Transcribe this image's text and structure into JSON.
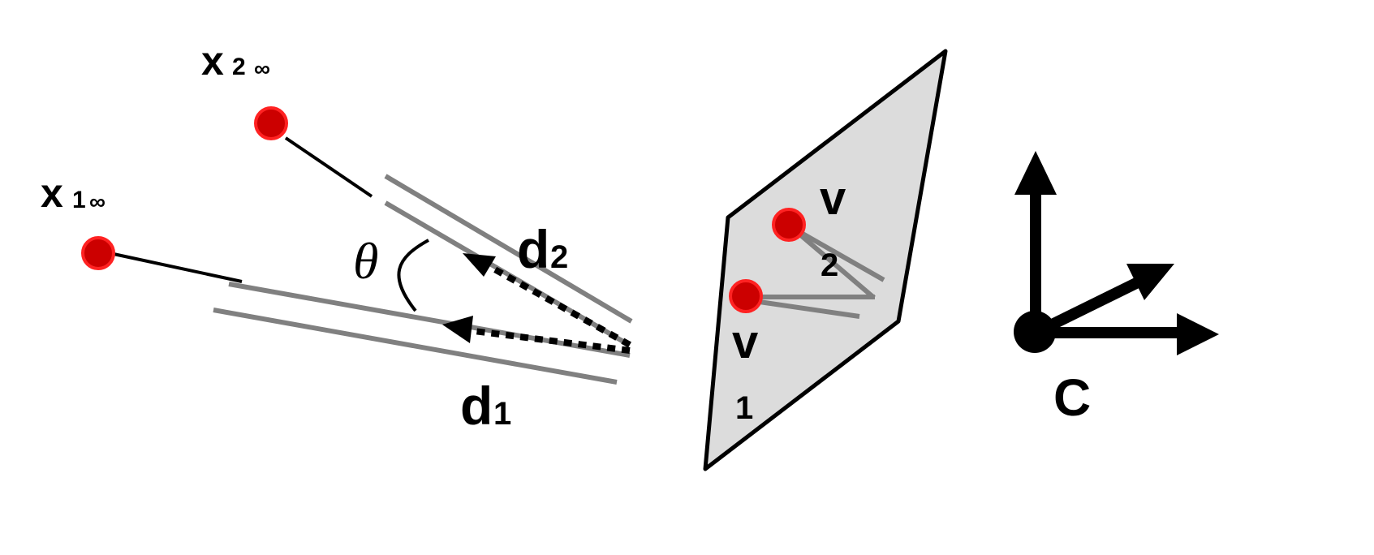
{
  "labels": {
    "x2_main": "x",
    "x2_sub": "2",
    "x2_inf": "∞",
    "x1_main": "x",
    "x1_sub": "1",
    "x1_inf": "∞",
    "theta": "θ",
    "d2_main": "d",
    "d2_sub": "2",
    "d1_main": "d",
    "d1_sub": "1",
    "v2_main": "v",
    "v2_sub": "2",
    "v1_main": "v",
    "v1_sub": "1",
    "camera": "C"
  },
  "colors": {
    "point": "#cc0000",
    "point_ring": "#ff2222",
    "gray_line": "#808080",
    "plane_fill": "#dcdcdc",
    "ink": "#000000"
  }
}
